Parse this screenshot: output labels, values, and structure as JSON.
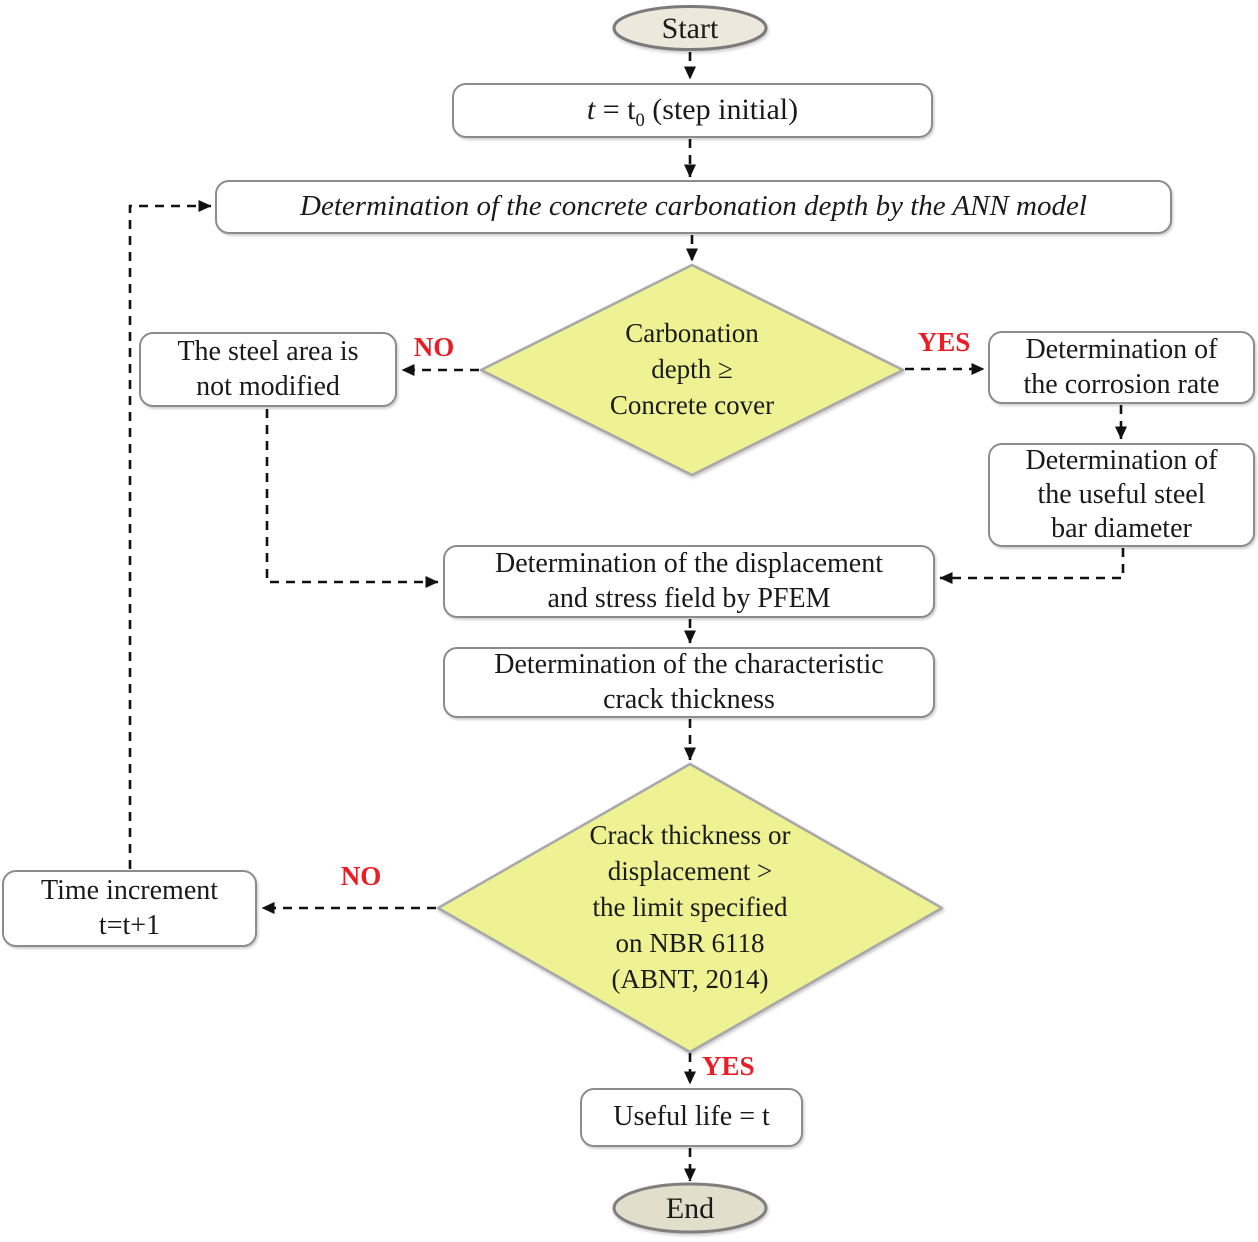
{
  "colors": {
    "decision_fill": "#EEF293",
    "decision_border": "#A9A9A9",
    "terminal_start_fill": "#ECE9DC",
    "terminal_end_fill": "#E2DECC",
    "terminal_border": "#7A7A7A",
    "process_fill": "#FFFFFF",
    "process_border": "#8C8C8C",
    "connector_color": "#111111",
    "decision_label_color": "#EC1C24",
    "text_color": "#1A1A1A"
  },
  "nodes": {
    "start": {
      "label": "Start"
    },
    "initial_step": {
      "t_italic": "t",
      "equals": " = t",
      "subscript": "0",
      "rest": " (step initial)"
    },
    "ann": {
      "label": "Determination of the concrete carbonation depth by the ANN model"
    },
    "decision_carbonation": {
      "label": "Carbonation\ndepth ≥\nConcrete cover"
    },
    "steel_area": {
      "label": "The steel area is\nnot modified"
    },
    "corrosion_rate": {
      "label": "Determination of\nthe corrosion rate"
    },
    "bar_diameter": {
      "label": "Determination of\nthe useful steel\nbar diameter"
    },
    "pfem": {
      "label": "Determination of the displacement\nand stress field by PFEM"
    },
    "crack_thickness": {
      "label": "Determination of the characteristic\ncrack thickness"
    },
    "decision_crack": {
      "label": "Crack thickness or\ndisplacement >\nthe limit specified\non NBR 6118\n(ABNT, 2014)"
    },
    "time_increment": {
      "label": "Time increment\nt=t+1"
    },
    "useful_life": {
      "label": "Useful life = t"
    },
    "end": {
      "label": "End"
    }
  },
  "edge_labels": {
    "carbonation_no": "NO",
    "carbonation_yes": "YES",
    "crack_no": "NO",
    "crack_yes": "YES"
  }
}
